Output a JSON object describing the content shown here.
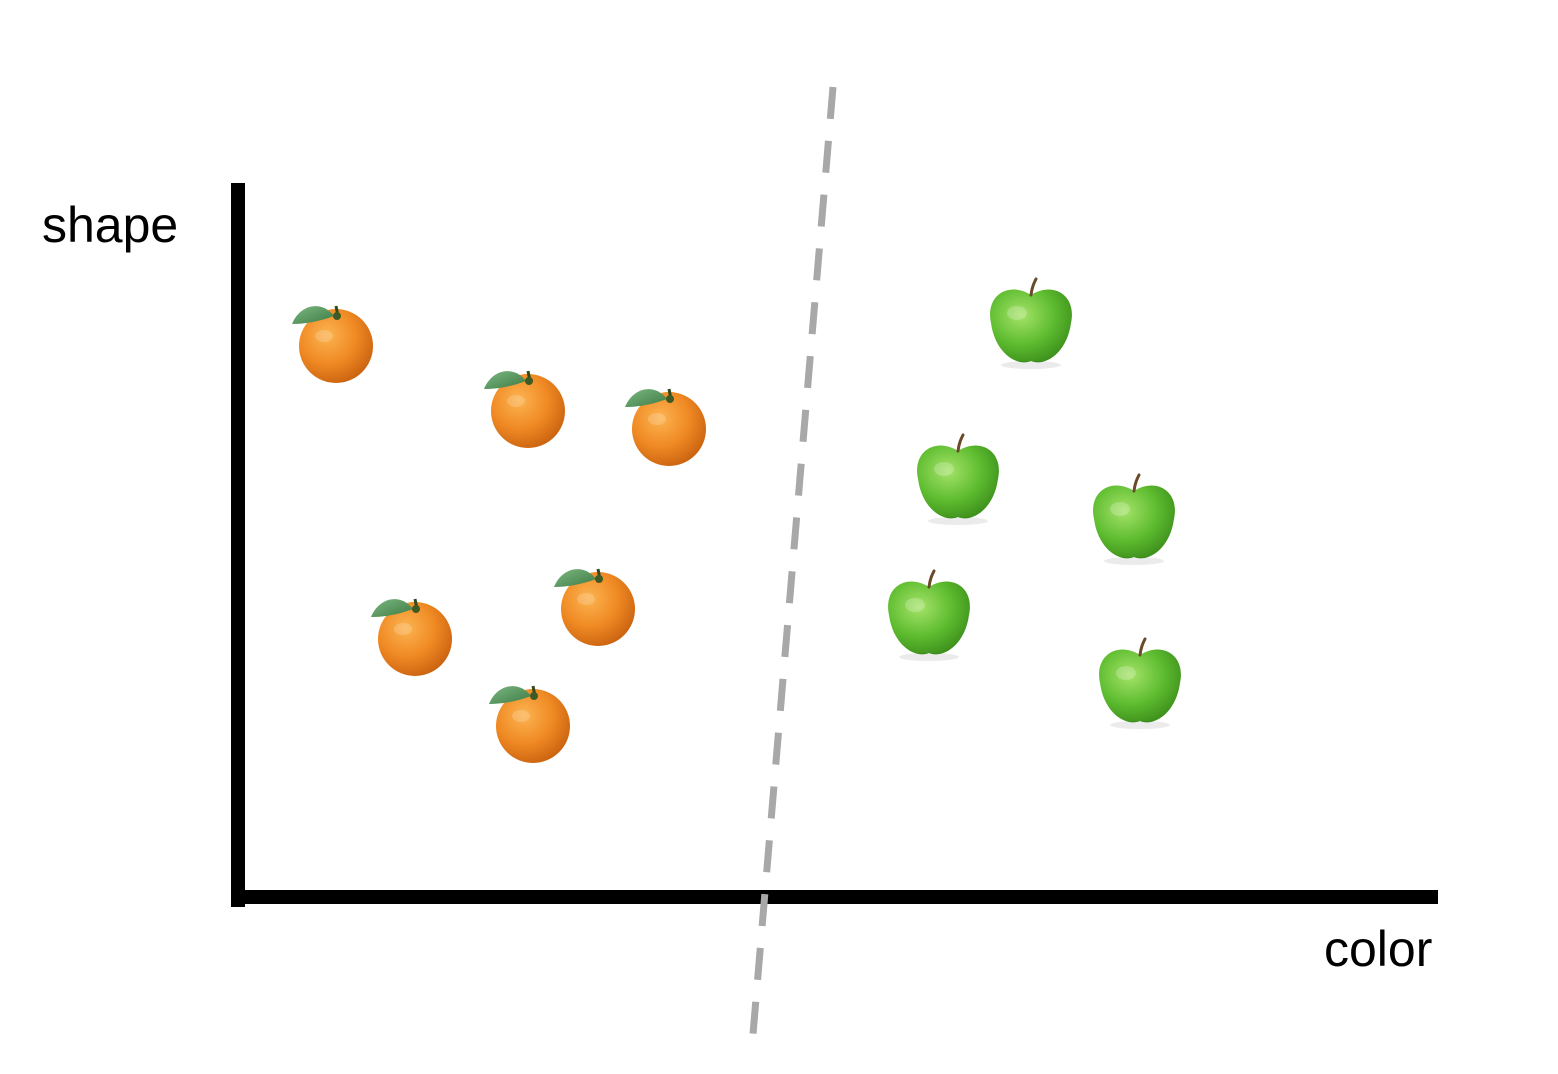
{
  "axes": {
    "y_label": "shape",
    "x_label": "color"
  },
  "colors": {
    "axis": "#000000",
    "boundary": "#a8a8a8",
    "orange_fruit": "#f08a24",
    "orange_leaf": "#4e8f55",
    "apple_fruit": "#62bf32",
    "apple_stem": "#6b4a2a"
  },
  "classes": [
    {
      "name": "orange",
      "icon": "orange-icon",
      "count": 6
    },
    {
      "name": "apple",
      "icon": "apple-icon",
      "count": 5
    }
  ],
  "boundary": {
    "style": "dashed"
  }
}
